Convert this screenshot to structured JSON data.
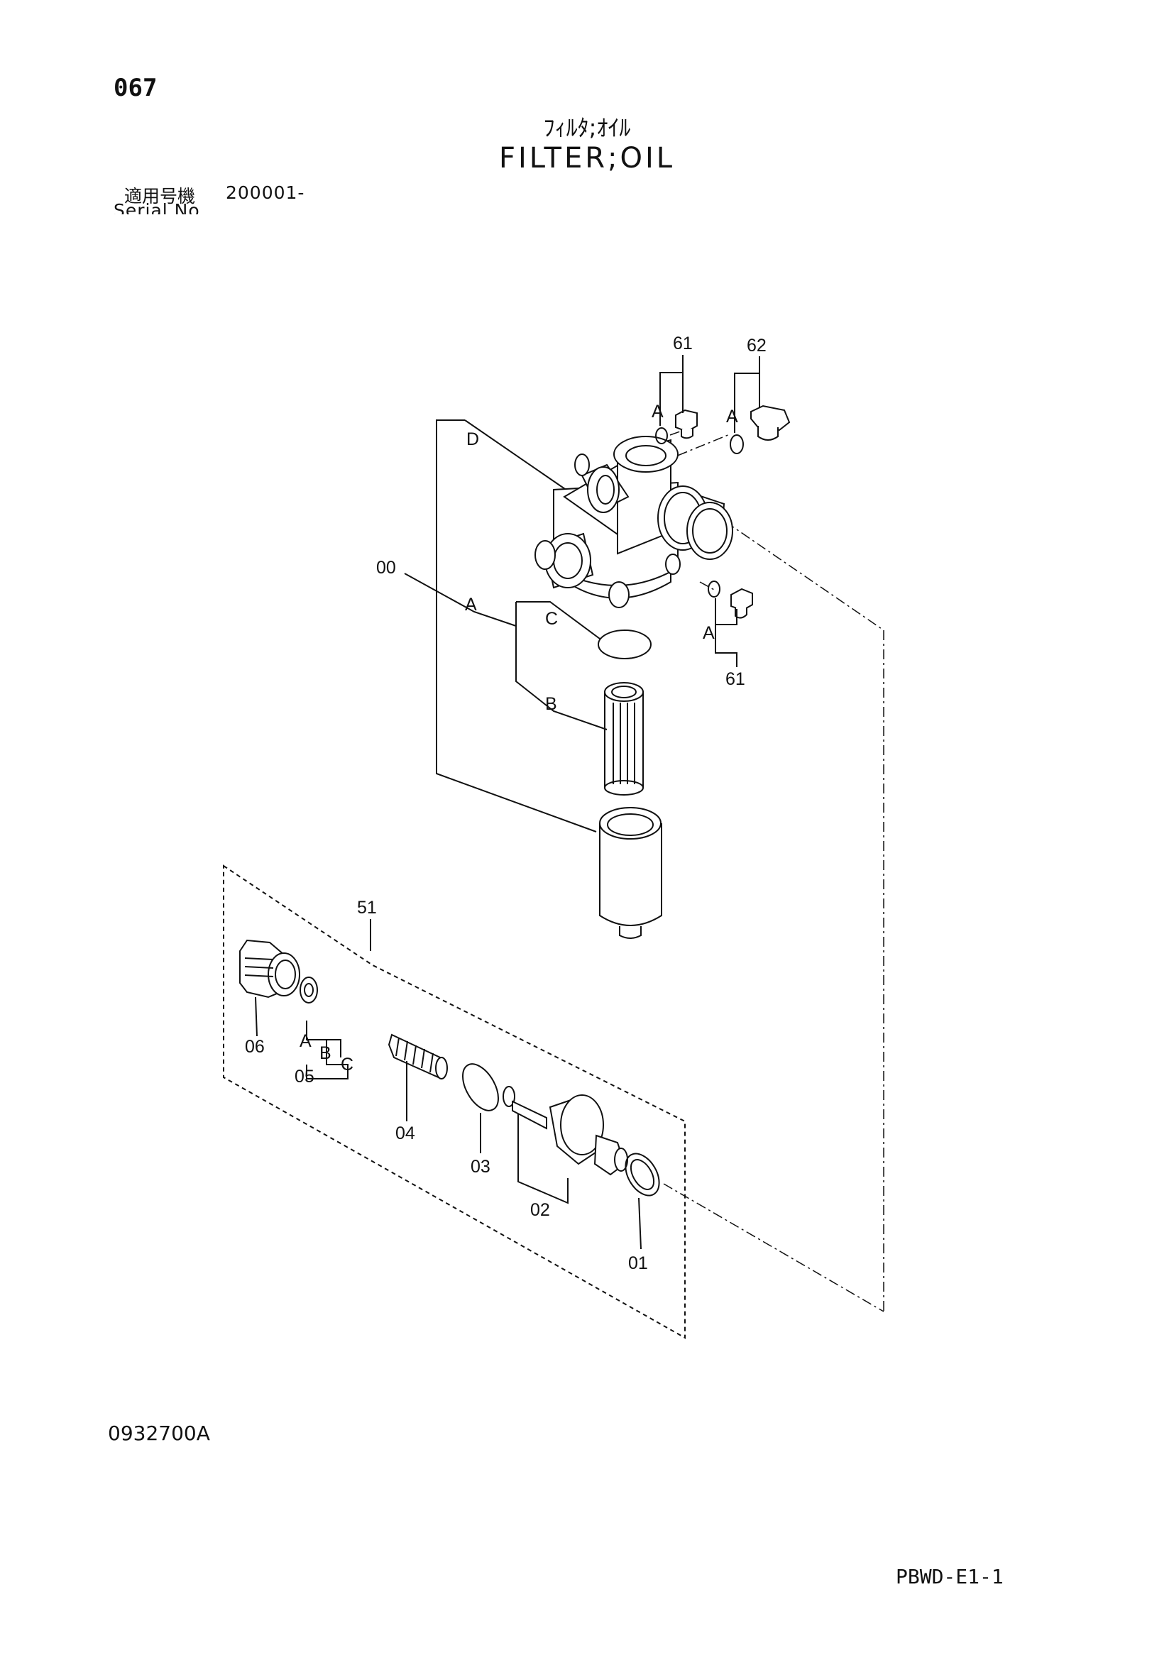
{
  "page": {
    "number": "067",
    "title_jp": "ﾌｨﾙﾀ;ｵｲﾙ",
    "title_en": "FILTER;OIL",
    "serial_label_jp": "適用号機",
    "serial_value": "200001-",
    "serial_label_en": "Serial No",
    "drawing_code": "0932700A",
    "footer_code": "PBWD-E1-1"
  },
  "callouts": {
    "p61_top": "61",
    "p62": "62",
    "a_61_top": "A",
    "a_62": "A",
    "d": "D",
    "p00": "00",
    "a_00": "A",
    "c_00": "C",
    "b_00": "B",
    "a_61_side": "A",
    "p61_side": "61",
    "p51": "51",
    "p06": "06",
    "a_05": "A",
    "b_05": "B",
    "c_05": "C",
    "p05": "05",
    "p04": "04",
    "p03": "03",
    "p02": "02",
    "p01": "01"
  }
}
